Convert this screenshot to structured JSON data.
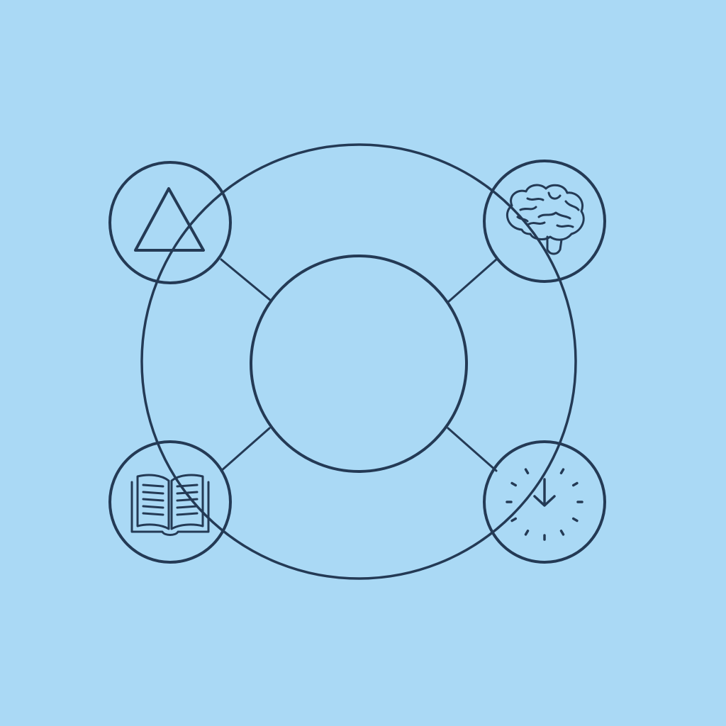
{
  "colors": {
    "background": "#aad9f5",
    "stroke": "#243a55",
    "node_fill": "#ffffff"
  },
  "nodes": [
    {
      "id": "top-left",
      "icon": "triangle-icon"
    },
    {
      "id": "top-right",
      "icon": "brain-icon"
    },
    {
      "id": "bottom-left",
      "icon": "open-book-icon"
    },
    {
      "id": "bottom-right",
      "icon": "clock-icon"
    }
  ],
  "center": {
    "icon": "none"
  }
}
